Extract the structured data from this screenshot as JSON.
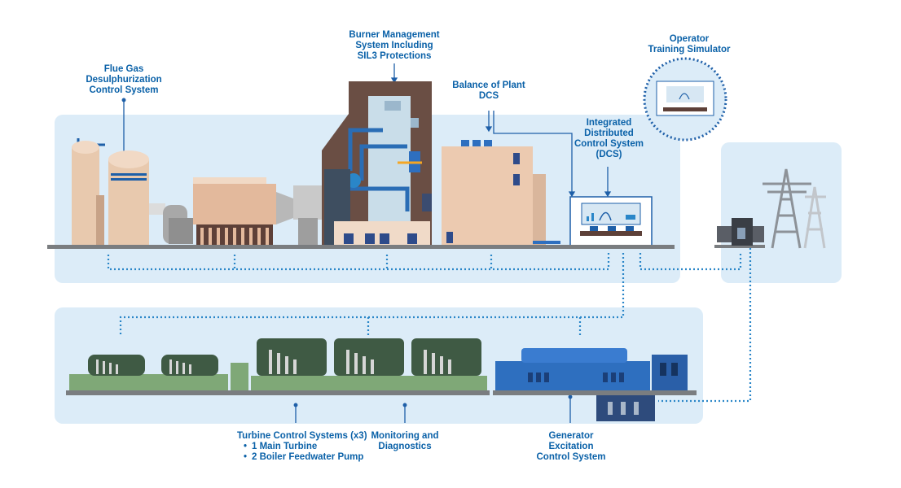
{
  "labels": {
    "fgd": [
      "Flue Gas",
      "Desulphurization",
      "Control System"
    ],
    "bms": [
      "Burner Management",
      "System Including",
      "SIL3 Protections"
    ],
    "bop": [
      "Balance of Plant",
      "DCS"
    ],
    "dcs": [
      "Integrated",
      "Distributed",
      "Control System",
      "(DCS)"
    ],
    "ots": [
      "Operator",
      "Training Simulator"
    ],
    "turbine": {
      "title": "Turbine Control Systems (x3)",
      "items": [
        "1 Main Turbine",
        "2 Boiler Feedwater Pump"
      ]
    },
    "monitoring": [
      "Monitoring and",
      "Diagnostics"
    ],
    "generator": [
      "Generator",
      "Excitation",
      "Control System"
    ]
  },
  "colors": {
    "panel_bg": "#dcecf8",
    "label_blue": "#0a61a8",
    "connector_blue": "#2a86c8",
    "ground_gray": "#7a7d80",
    "building_tan": "#e4c7ae",
    "building_brown": "#6b4e43",
    "turbine_green": "#7fa877",
    "generator_blue": "#2e6fbf",
    "tower_gray": "#8d9298"
  }
}
